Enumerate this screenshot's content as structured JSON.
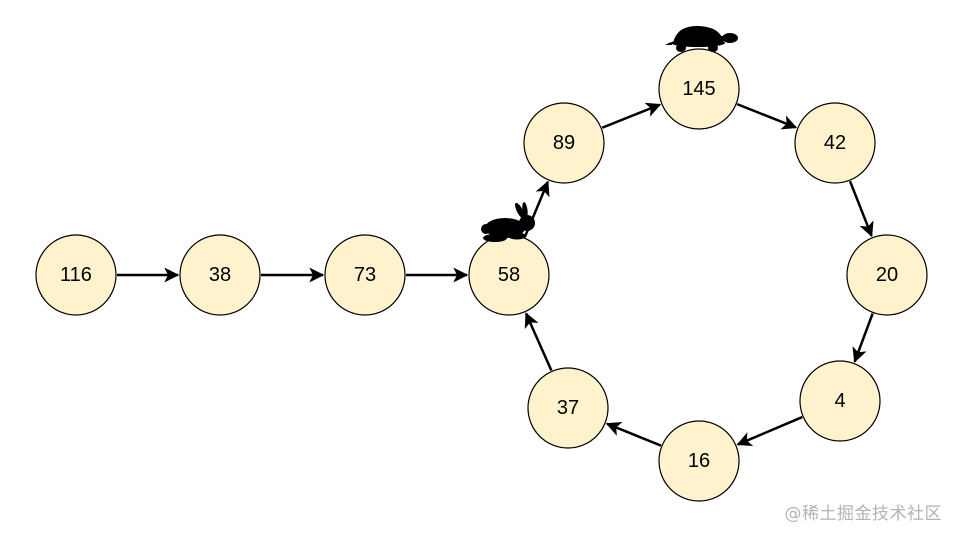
{
  "diagram": {
    "nodes": [
      {
        "id": "n116",
        "label": "116"
      },
      {
        "id": "n38",
        "label": "38"
      },
      {
        "id": "n73",
        "label": "73"
      },
      {
        "id": "n58",
        "label": "58"
      },
      {
        "id": "n89",
        "label": "89"
      },
      {
        "id": "n145",
        "label": "145"
      },
      {
        "id": "n42",
        "label": "42"
      },
      {
        "id": "n20",
        "label": "20"
      },
      {
        "id": "n4",
        "label": "4"
      },
      {
        "id": "n16",
        "label": "16"
      },
      {
        "id": "n37",
        "label": "37"
      }
    ],
    "edges": [
      {
        "from": "n116",
        "to": "n38"
      },
      {
        "from": "n38",
        "to": "n73"
      },
      {
        "from": "n73",
        "to": "n58"
      },
      {
        "from": "n58",
        "to": "n89"
      },
      {
        "from": "n89",
        "to": "n145"
      },
      {
        "from": "n145",
        "to": "n42"
      },
      {
        "from": "n42",
        "to": "n20"
      },
      {
        "from": "n20",
        "to": "n4"
      },
      {
        "from": "n4",
        "to": "n16"
      },
      {
        "from": "n16",
        "to": "n37"
      },
      {
        "from": "n37",
        "to": "n58"
      }
    ],
    "markers": [
      {
        "icon": "rabbit-icon",
        "node": "n58"
      },
      {
        "icon": "turtle-icon",
        "node": "n145"
      }
    ],
    "colors": {
      "node_fill": "#fff2cc",
      "node_stroke": "#000000",
      "edge": "#000000",
      "silhouette": "#000000"
    }
  },
  "watermark": {
    "text": "@稀土掘金技术社区"
  }
}
